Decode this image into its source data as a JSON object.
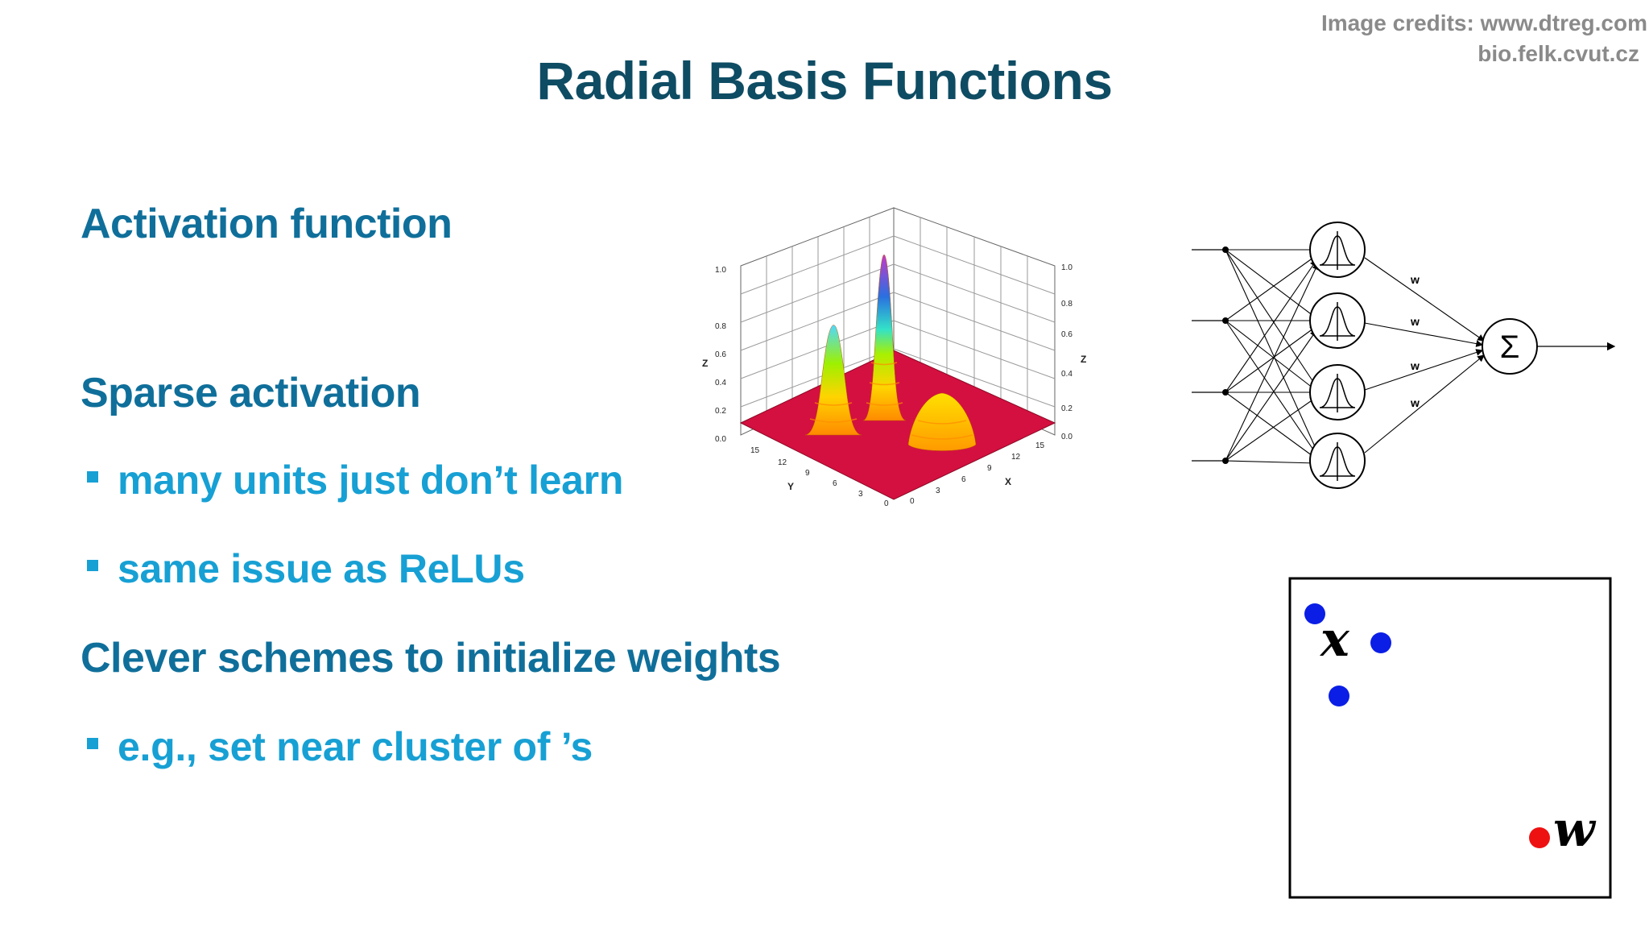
{
  "slide": {
    "title": "Radial Basis Functions",
    "credits": [
      "Image credits: www.dtreg.com",
      "bio.felk.cvut.cz"
    ],
    "sections": [
      {
        "heading": "Activation function",
        "bullets": []
      },
      {
        "heading": "Sparse activation",
        "bullets": [
          "many units just don’t learn",
          "same issue as ReLUs"
        ]
      },
      {
        "heading": "Clever schemes to initialize weights",
        "bullets": [
          "e.g., set near cluster of ’s"
        ]
      }
    ]
  },
  "surface_plot": {
    "z_axis_label": "Z",
    "y_axis_label": "Y",
    "x_axis_label": "X",
    "z_ticks": [
      "0.0",
      "0.2",
      "0.4",
      "0.6",
      "0.8",
      "1.0"
    ],
    "y_ticks": [
      "15",
      "12",
      "9",
      "6",
      "3",
      "0"
    ],
    "x_ticks": [
      "0",
      "3",
      "6",
      "9",
      "12",
      "15"
    ]
  },
  "network": {
    "weight_labels": [
      "w",
      "w",
      "w",
      "w"
    ],
    "sum_symbol": "Σ"
  },
  "cluster_plot": {
    "x_label": "x",
    "w_label": "w",
    "colors": {
      "points": "#0a1ee6",
      "weight": "#ee1111"
    }
  }
}
